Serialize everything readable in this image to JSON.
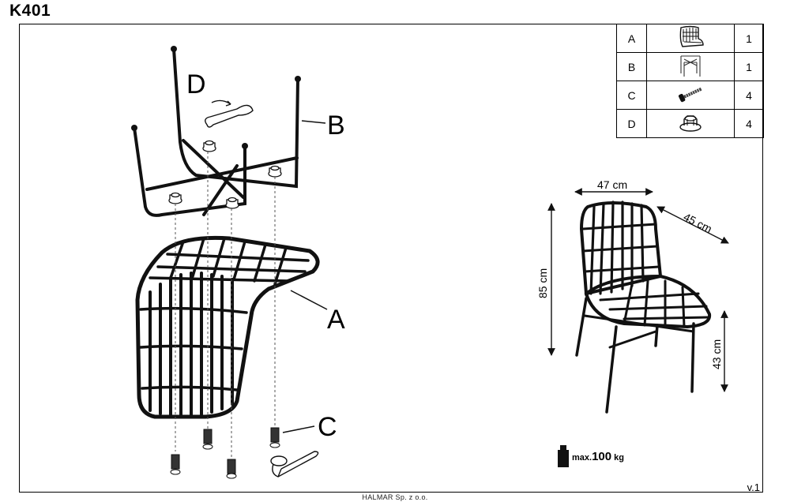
{
  "title": "K401",
  "version": "v.1",
  "footer": "HALMAR Sp. z o.o.",
  "callouts": {
    "a": "A",
    "b": "B",
    "c": "C",
    "d": "D"
  },
  "parts": [
    {
      "letter": "A",
      "icon": "seat-icon",
      "qty": "1"
    },
    {
      "letter": "B",
      "icon": "chair-frame-icon",
      "qty": "1"
    },
    {
      "letter": "C",
      "icon": "screw-icon",
      "qty": "4"
    },
    {
      "letter": "D",
      "icon": "washer-nut-icon",
      "qty": "4"
    }
  ],
  "dimensions": {
    "width": "47 cm",
    "depth": "45 cm",
    "height": "85 cm",
    "seat_height": "43 cm"
  },
  "max_load": {
    "prefix": "max.",
    "value": "100",
    "unit": "kg"
  }
}
